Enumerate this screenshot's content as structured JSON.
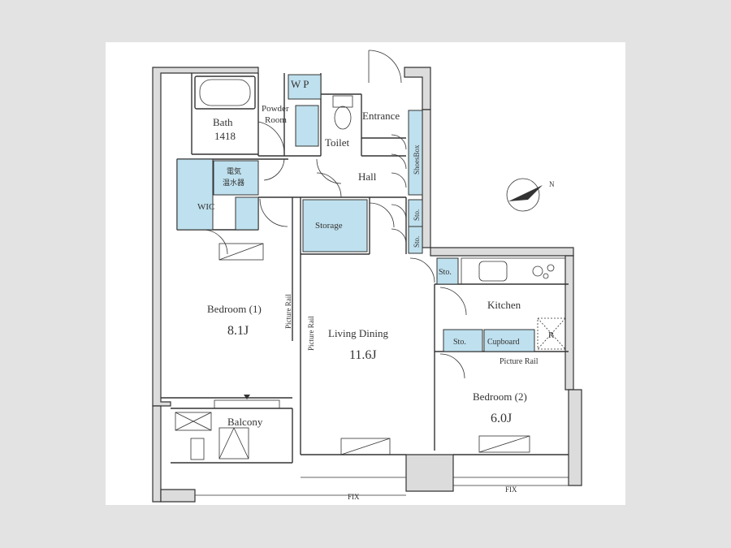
{
  "labels": {
    "bath": "Bath",
    "bath_size": "1418",
    "wp": "W P",
    "powder_room_line1": "Powder",
    "powder_room_line2": "Room",
    "toilet": "Toilet",
    "entrance": "Entrance",
    "shoes_box": "ShoesBox",
    "water_heater_line1": "電気",
    "water_heater_line2": "温水器",
    "hall": "Hall",
    "wic": "WIC",
    "storage": "Storage",
    "sto_1": "Sto.",
    "sto_2": "Sto.",
    "sto_kitchen": "Sto.",
    "sto_bedroom2": "Sto.",
    "bedroom1": "Bedroom (1)",
    "bedroom1_size": "8.1J",
    "picture_rail_1": "Picture Rail",
    "picture_rail_2": "Picture Rail",
    "picture_rail_3": "Picture Rail",
    "living_dining": "Living Dining",
    "living_dining_size": "11.6J",
    "kitchen": "Kitchen",
    "cupboard": "Cupboard",
    "refrigerator": "R",
    "bedroom2": "Bedroom (2)",
    "bedroom2_size": "6.0J",
    "balcony": "Balcony",
    "fix_1": "FIX",
    "fix_2": "FIX",
    "north": "N"
  }
}
